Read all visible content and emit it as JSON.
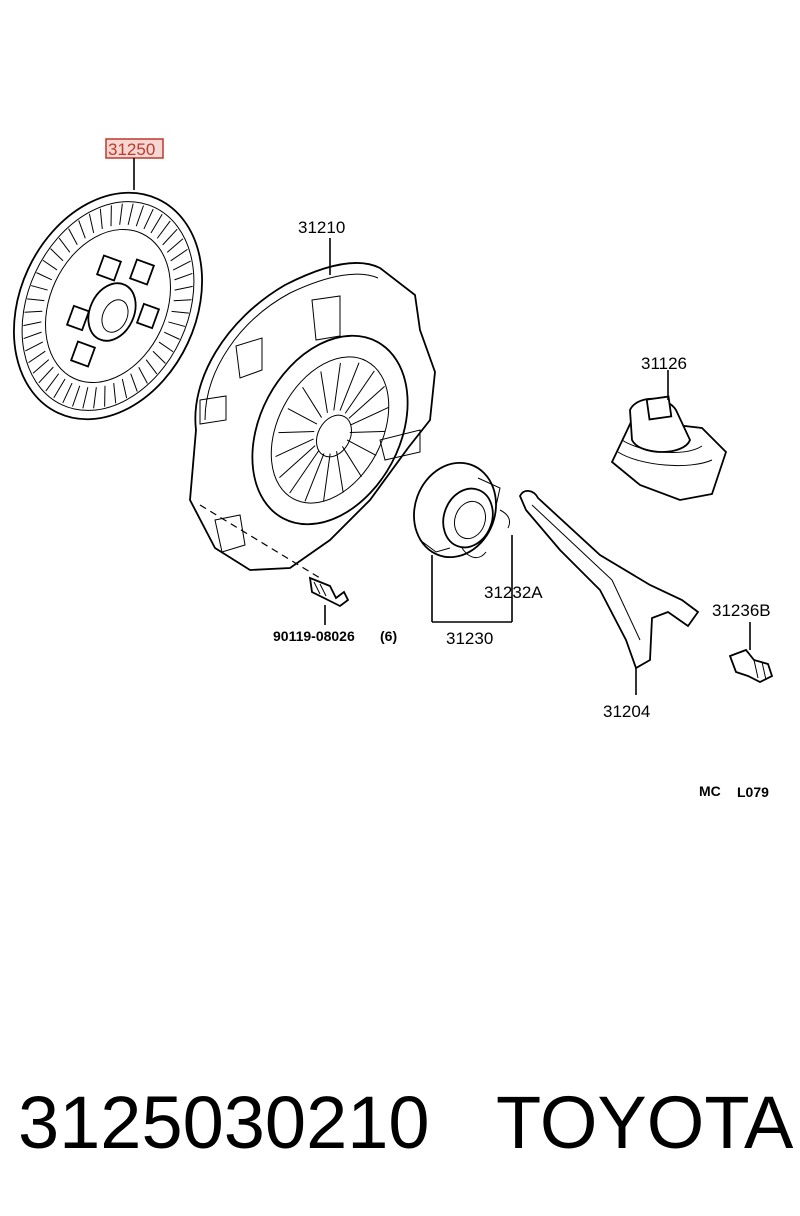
{
  "labels": {
    "disc": "31250",
    "cover": "31210",
    "boot": "31126",
    "bolt": "90119-08026",
    "bolt_qty": "(6)",
    "clip": "31232A",
    "bearing": "31230",
    "fork": "31204",
    "pivot": "31236B",
    "diagram_code_prefix": "MC",
    "diagram_code": "L079"
  },
  "colors": {
    "highlight": "#c0392b",
    "highlight_fill": "#f4d6d3"
  },
  "footer": {
    "part_number": "3125030210",
    "brand": "TOYOTA"
  }
}
